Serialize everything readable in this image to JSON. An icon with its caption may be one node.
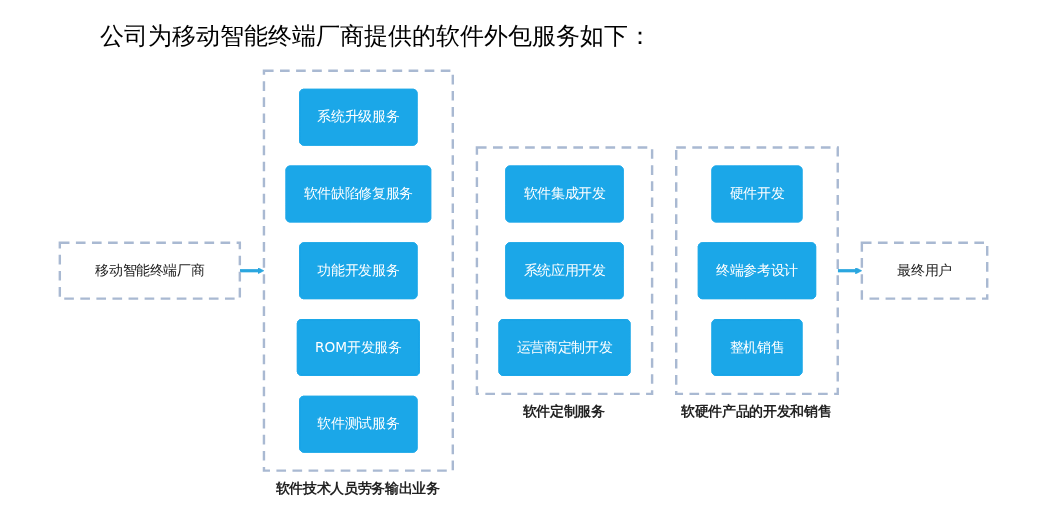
{
  "diagram": {
    "title": "公司为移动智能终端厂商提供的软件外包服务如下：",
    "nodes": [
      {
        "text": [
          "移动智能终端厂商"
        ]
      },
      {
        "text": [
          "软件技术人员劳务输出业务"
        ]
      },
      {
        "text": [
          "系统升级服务"
        ],
        "in": 1
      },
      {
        "text": [
          "软件缺陷修复服务"
        ],
        "in": 1
      },
      {
        "text": [
          "功能开发服务"
        ],
        "in": 1
      },
      {
        "text": [
          "ROM开发服务"
        ],
        "in": 1
      },
      {
        "text": [
          "软件测试服务"
        ],
        "in": 1
      },
      {
        "text": [
          "软件定制服务"
        ]
      },
      {
        "text": [
          "软件集成开发"
        ],
        "in": 7
      },
      {
        "text": [
          "系统应用开发"
        ],
        "in": 7
      },
      {
        "text": [
          "运营商定制开发"
        ],
        "in": 7
      },
      {
        "text": [
          "软硬件产品的开发和销售"
        ]
      },
      {
        "text": [
          "硬件开发"
        ],
        "in": 11
      },
      {
        "text": [
          "终端参考设计"
        ],
        "in": 11
      },
      {
        "text": [
          "整机销售"
        ],
        "in": 11
      },
      {
        "text": [
          "最终用户"
        ]
      }
    ],
    "edges": [
      {
        "from": 0,
        "to": 1,
        "arrow": "to"
      },
      {
        "from": 11,
        "to": 15,
        "arrow": "to"
      }
    ]
  }
}
